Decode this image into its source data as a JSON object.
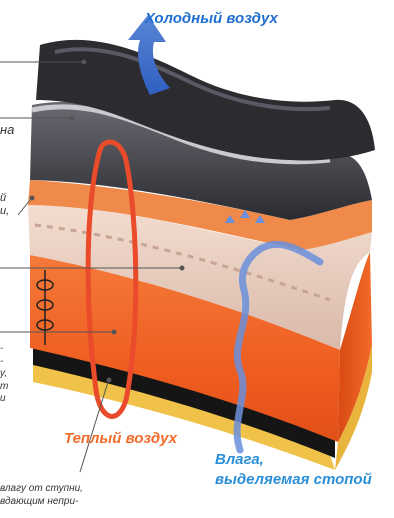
{
  "labels": {
    "cold_air": "Холодный воздух",
    "warm_air": "Теплый воздух",
    "moisture_line1": "Влага,",
    "moisture_line2": "выделяемая стопой"
  },
  "cut_off_text": {
    "a": "на",
    "b": [
      "й",
      "и,"
    ],
    "c": [
      "-",
      "-",
      "у,",
      "т",
      "и"
    ],
    "d": [
      "влагу от ступни,",
      "вдающим непри-"
    ]
  },
  "colors": {
    "cold_air": "#1e6fd0",
    "warm_air": "#f26c2a",
    "moisture": "#2a8fd8",
    "leader_lines": "#555555"
  }
}
